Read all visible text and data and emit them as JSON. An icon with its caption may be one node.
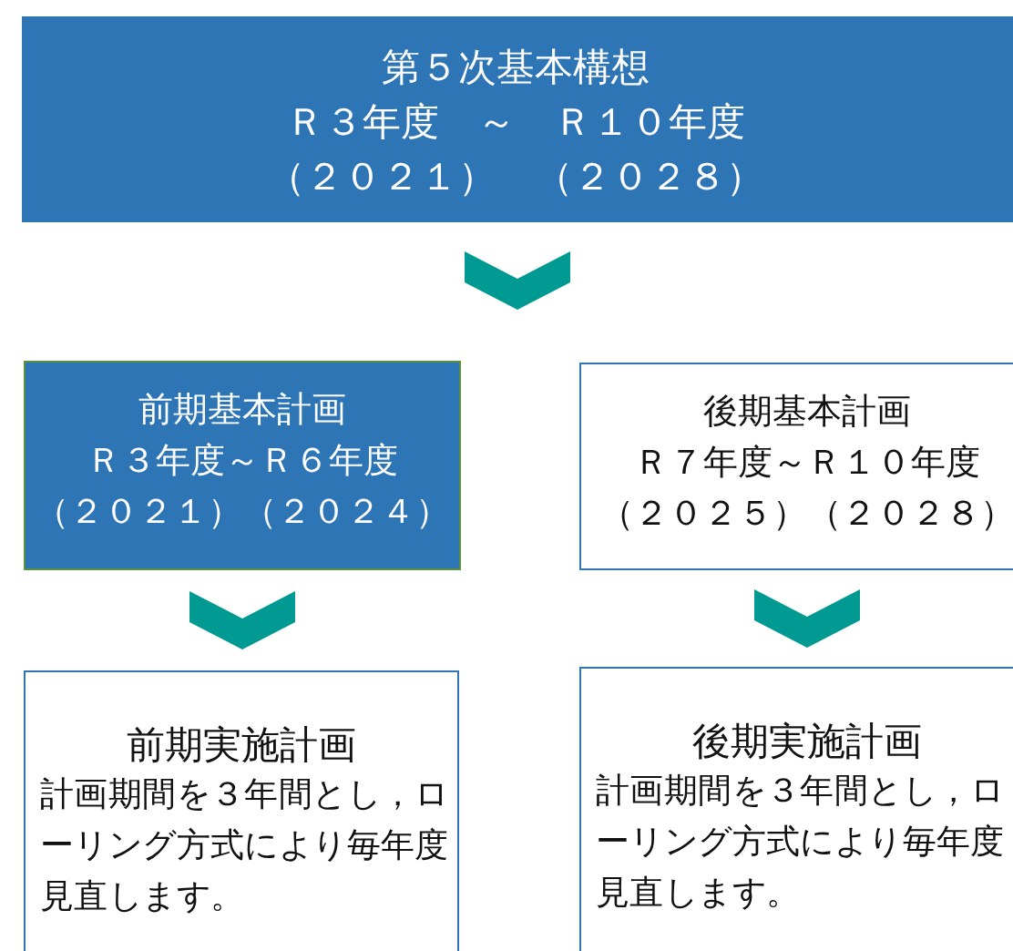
{
  "diagram": {
    "nodes": [
      {
        "text": [
          "第５次基本構想",
          "Ｒ３年度　～　Ｒ１０年度",
          "（２０２１）　（２０２８）"
        ]
      },
      {
        "text": [
          "前期基本計画",
          "Ｒ３年度～Ｒ６年度",
          "（２０２１）（２０２４）"
        ]
      },
      {
        "text": [
          "後期基本計画",
          "Ｒ７年度～Ｒ１０年度",
          "（２０２５）（２０２８）"
        ]
      },
      {
        "text": [
          "前期実施計画",
          "計画期間を３年間とし，ローリング方式により毎年度見直します。"
        ]
      },
      {
        "text": [
          "後期実施計画",
          "計画期間を３年間とし，ローリング方式により毎年度見直します。"
        ]
      }
    ],
    "edges": [
      {
        "from": 0,
        "to": null,
        "arrow": "to"
      },
      {
        "from": 1,
        "to": 3,
        "arrow": "to"
      },
      {
        "from": 2,
        "to": 4,
        "arrow": "to"
      }
    ]
  }
}
